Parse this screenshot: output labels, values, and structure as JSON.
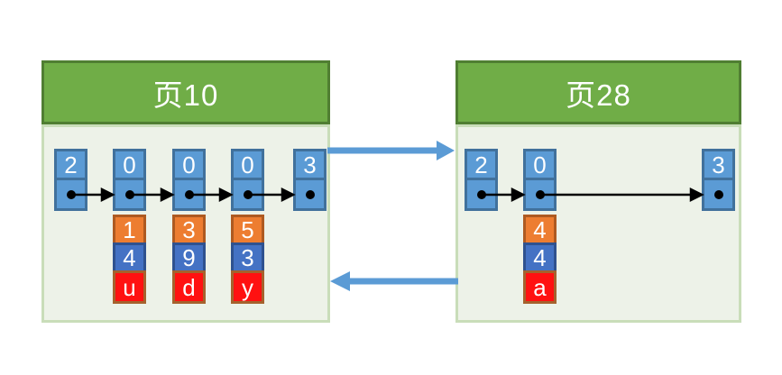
{
  "pages": [
    {
      "title": "页10",
      "slots": [
        {
          "header": "2",
          "cells": []
        },
        {
          "header": "0",
          "cells": [
            {
              "value": "1"
            },
            {
              "value": "4"
            },
            {
              "value": "u"
            }
          ]
        },
        {
          "header": "0",
          "cells": [
            {
              "value": "3"
            },
            {
              "value": "9"
            },
            {
              "value": "d"
            }
          ]
        },
        {
          "header": "0",
          "cells": [
            {
              "value": "5"
            },
            {
              "value": "3"
            },
            {
              "value": "y"
            }
          ]
        },
        {
          "header": "3",
          "cells": []
        }
      ]
    },
    {
      "title": "页28",
      "slots": [
        {
          "header": "2",
          "cells": []
        },
        {
          "header": "0",
          "cells": [
            {
              "value": "4"
            },
            {
              "value": "4"
            },
            {
              "value": "a"
            }
          ]
        },
        {
          "header": "3",
          "cells": []
        }
      ]
    }
  ],
  "colors": {
    "header_green": "#70AD47",
    "header_green_border": "#507E32",
    "page_bg": "#EDF2E8",
    "page_border": "#C9DDB9",
    "cell_blue": "#5B9BD5",
    "cell_blue_border": "#41719C",
    "field_orange": "#ED7D31",
    "field_orange_border": "#AE5A21",
    "field_blue": "#4472C4",
    "field_blue_border": "#2F528F",
    "field_red": "#FF1111",
    "field_red_border": "#A5622D",
    "link_arrow": "#5B9BD5",
    "record_arrow": "#000000"
  }
}
